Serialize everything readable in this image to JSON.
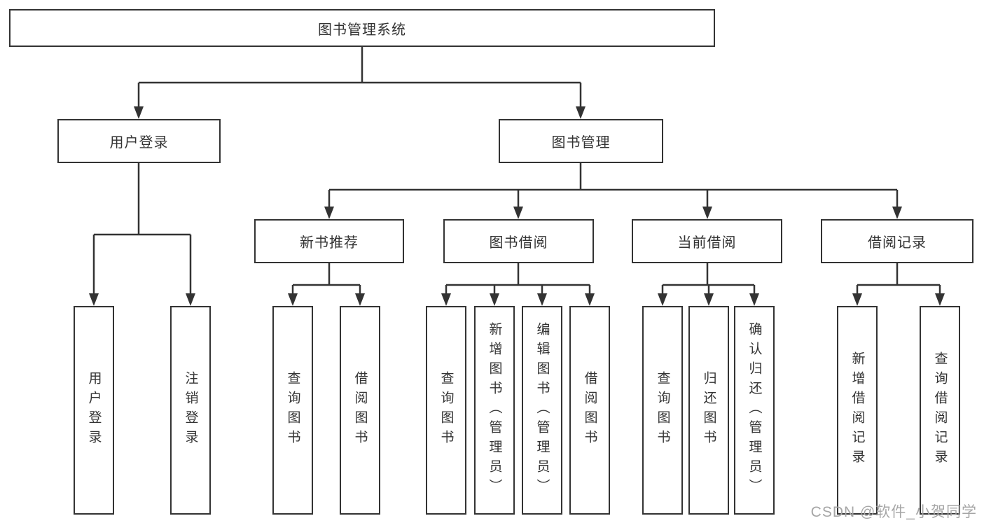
{
  "colors": {
    "line": "#333333",
    "box_border": "#333333",
    "text": "#333333",
    "background": "#ffffff",
    "watermark": "#a6a6a6"
  },
  "watermark": "CSDN @软件_小贺同学",
  "tree": {
    "label": "图书管理系统",
    "children": [
      {
        "label": "用户登录",
        "children": [
          {
            "label": "用户登录"
          },
          {
            "label": "注销登录"
          }
        ]
      },
      {
        "label": "图书管理",
        "children": [
          {
            "label": "新书推荐",
            "children": [
              {
                "label": "查询图书"
              },
              {
                "label": "借阅图书"
              }
            ]
          },
          {
            "label": "图书借阅",
            "children": [
              {
                "label": "查询图书"
              },
              {
                "label": "新增图书（管理员）"
              },
              {
                "label": "编辑图书（管理员）"
              },
              {
                "label": "借阅图书"
              }
            ]
          },
          {
            "label": "当前借阅",
            "children": [
              {
                "label": "查询图书"
              },
              {
                "label": "归还图书"
              },
              {
                "label": "确认归还（管理员）"
              }
            ]
          },
          {
            "label": "借阅记录",
            "children": [
              {
                "label": "新增借阅记录"
              },
              {
                "label": "查询借阅记录"
              }
            ]
          }
        ]
      }
    ]
  }
}
